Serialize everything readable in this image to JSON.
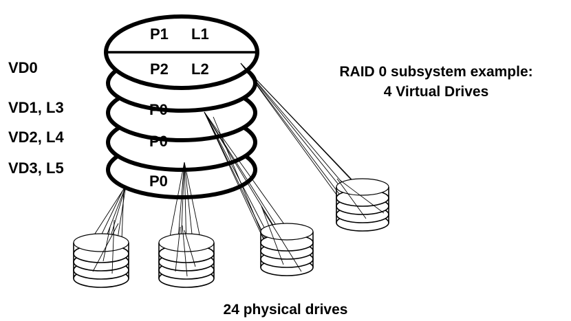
{
  "title": "RAID 0 subsystem example:",
  "subtitle": "4 Virtual Drives",
  "caption": "24 physical drives",
  "vd_labels": [
    "VD0",
    "VD1, L3",
    "VD2, L4",
    "VD3, L5"
  ],
  "partitions": [
    {
      "p": "P1",
      "l": "L1"
    },
    {
      "p": "P2",
      "l": "L2"
    },
    {
      "p": "P0",
      "l": ""
    },
    {
      "p": "P0",
      "l": ""
    },
    {
      "p": "P0",
      "l": ""
    }
  ],
  "colors": {
    "stroke": "#000000",
    "background": "#ffffff"
  }
}
